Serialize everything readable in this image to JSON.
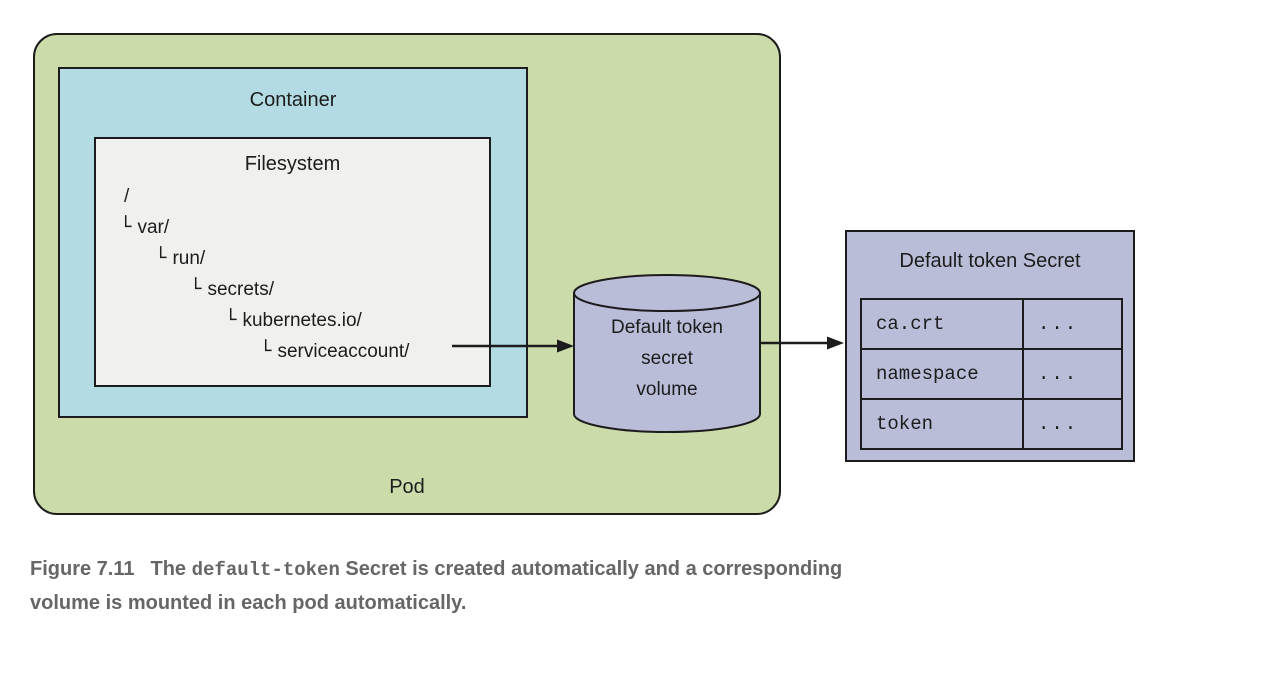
{
  "diagram": {
    "pod_label": "Pod",
    "container_label": "Container",
    "filesystem_label": "Filesystem",
    "filesystem_tree": [
      {
        "prefix": "",
        "label": "/"
      },
      {
        "prefix": "└",
        "label": "var/"
      },
      {
        "prefix": "└",
        "label": "run/"
      },
      {
        "prefix": "└",
        "label": "secrets/"
      },
      {
        "prefix": "└",
        "label": "kubernetes.io/"
      },
      {
        "prefix": "└",
        "label": "serviceaccount/"
      }
    ],
    "volume_label": "Default token\nsecret\nvolume",
    "secret": {
      "title": "Default token Secret",
      "rows": [
        {
          "key": "ca.crt",
          "value": "..."
        },
        {
          "key": "namespace",
          "value": "..."
        },
        {
          "key": "token",
          "value": "..."
        }
      ]
    },
    "colors": {
      "pod_green": "#cbdcaa",
      "container_blue": "#b3dbe4",
      "filesystem_gray": "#f0f0ee",
      "volume_lavender": "#b9bdd8",
      "border_black": "#1c1c1c",
      "caption_gray": "#666666"
    }
  },
  "caption": {
    "figure_label": "Figure 7.11",
    "line1_pre_code": "The ",
    "code": "default-token",
    "line1_post_code": " Secret is created automatically and a corresponding",
    "line2": "volume is mounted in each pod automatically."
  }
}
